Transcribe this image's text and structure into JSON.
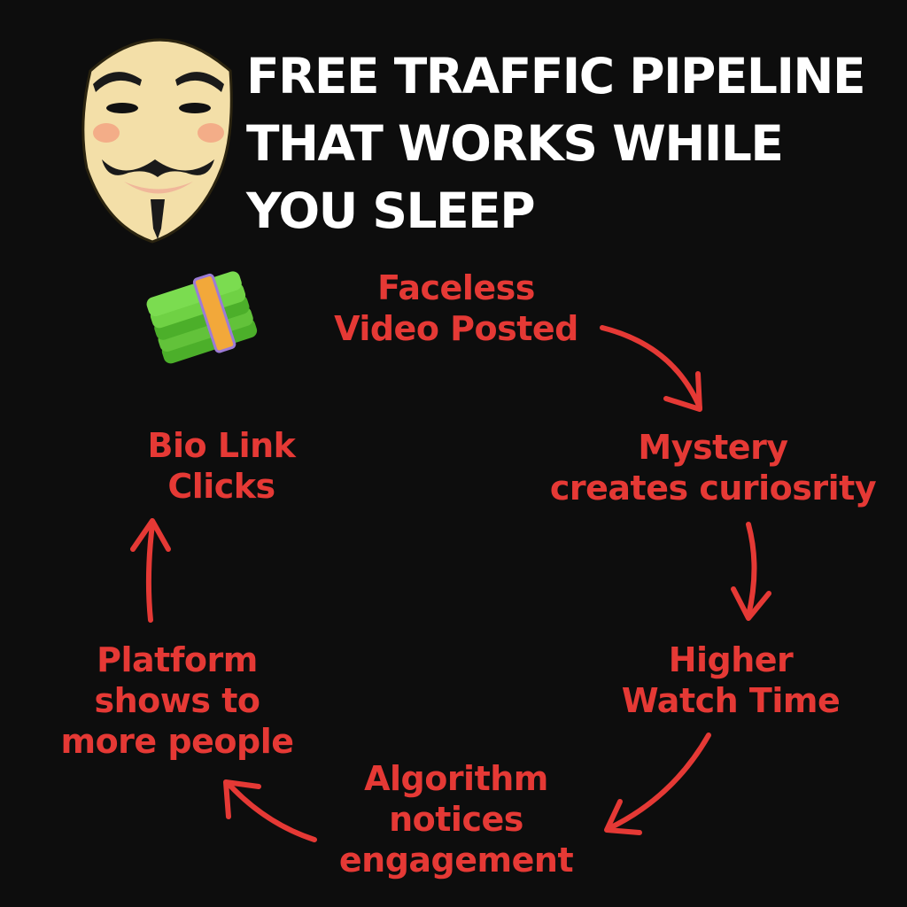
{
  "title": {
    "lines": [
      "FREE TRAFFIC PIPELINE",
      "THAT WORKS WHILE",
      "YOU SLEEP"
    ]
  },
  "icons": {
    "mask": "guy-fawkes-mask-icon",
    "money": "money-stack-icon"
  },
  "colors": {
    "background": "#0d0d0d",
    "accent": "#e53935",
    "title": "#ffffff"
  },
  "steps": [
    {
      "lines": [
        "Faceless",
        "Video Posted"
      ]
    },
    {
      "lines": [
        "Mystery",
        "creates curiosrity"
      ]
    },
    {
      "lines": [
        "Higher",
        "Watch Time"
      ]
    },
    {
      "lines": [
        "Algorithm",
        "notices",
        "engagement"
      ]
    },
    {
      "lines": [
        "Platform",
        "shows to",
        "more people"
      ]
    },
    {
      "lines": [
        "Bio Link",
        "Clicks"
      ]
    }
  ]
}
